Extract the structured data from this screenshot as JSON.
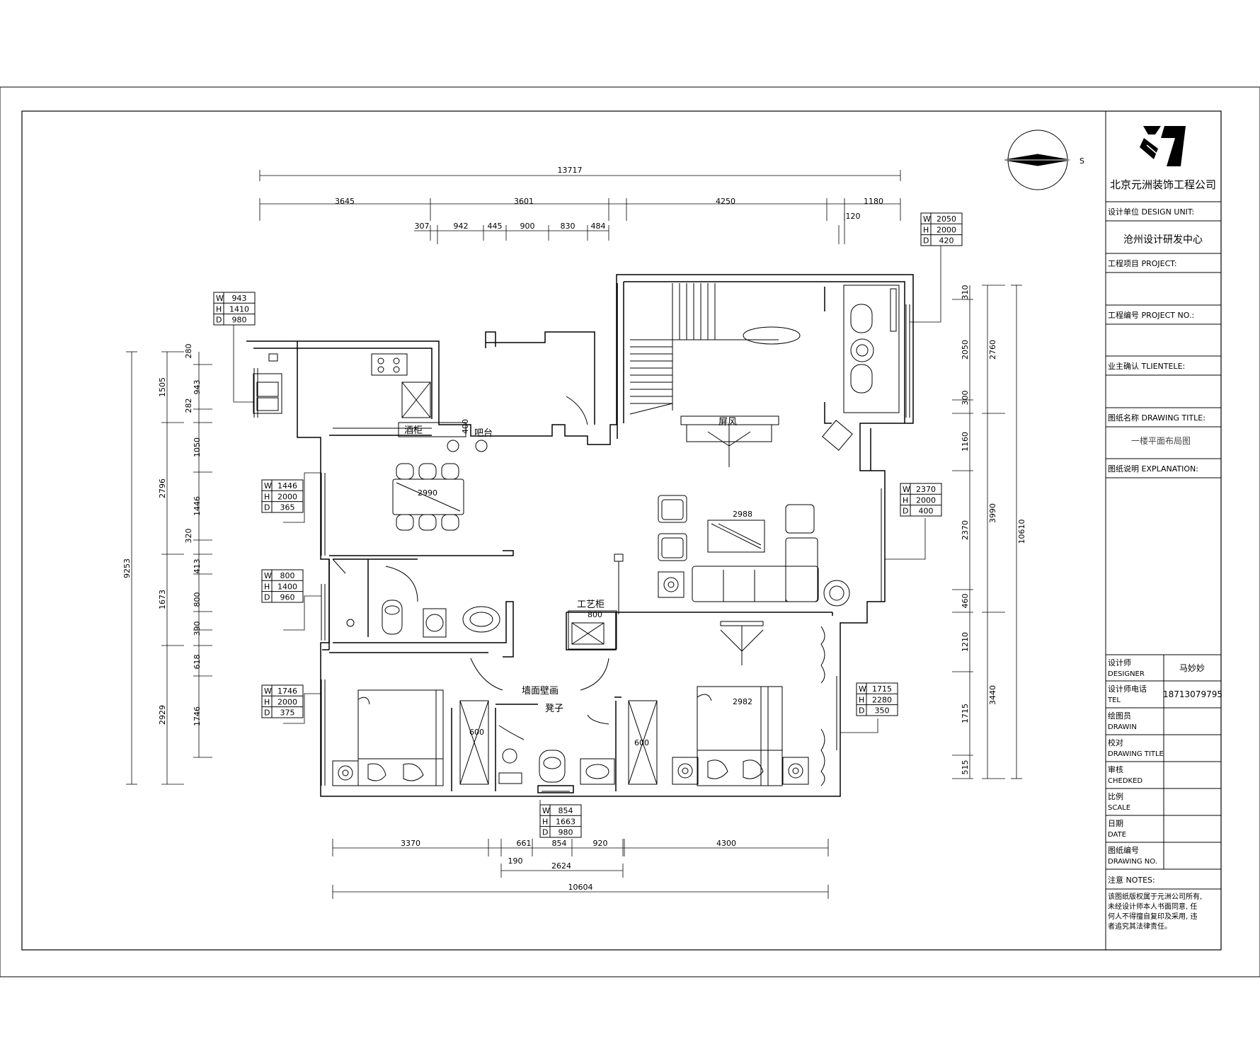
{
  "company": "北京元洲装饰工程公司",
  "north_label": "S",
  "title_block": {
    "design_unit_label": "设计单位 DESIGN UNIT:",
    "design_unit": "沧州设计研发中心",
    "project_label": "工程项目 PROJECT:",
    "project_no_label": "工程编号 PROJECT NO.:",
    "client_label": "业主确认 TLIENTELE:",
    "drawing_title_label": "图纸名称 DRAWING TITLE:",
    "drawing_title": "一楼平面布局图",
    "explanation_label": "图纸说明 EXPLANATION:",
    "designer_cn": "设计师",
    "designer_en": "DESIGNER",
    "designer": "马妙妙",
    "tel_cn": "设计师电话",
    "tel_en": "TEL",
    "tel": "18713079795",
    "drawn_cn": "绘图员",
    "drawn_en": "DRAWIN",
    "check_cn": "校对",
    "check_en": "DRAWING TITLE",
    "review_cn": "审核",
    "review_en": "CHEDKED",
    "scale_cn": "比例",
    "scale_en": "SCALE",
    "date_cn": "日期",
    "date_en": "DATE",
    "no_cn": "图纸编号",
    "no_en": "DRAWING NO.",
    "notes_label": "注意 NOTES:",
    "notes_line1": "该图纸版权属于元洲公司所有,",
    "notes_line2": "未经设计师本人书面同意, 任",
    "notes_line3": "何人不得擅自复印及采用, 违",
    "notes_line4": "者追究其法律责任。"
  },
  "rooms": {
    "wine_cabinet": "酒柜",
    "bar": "吧台",
    "screen": "屏风",
    "art_cabinet": "工艺柜",
    "wall_painting": "墙面壁画",
    "stool": "凳子",
    "area_2990": "2990",
    "area_2988": "2988",
    "area_2982": "2982",
    "d400": "400",
    "d800": "800",
    "d600a": "600",
    "d600b": "600"
  },
  "dims_top": {
    "total": "13717",
    "a": "3645",
    "b": "3601",
    "c": "4250",
    "d": "1180",
    "s1": "307",
    "s2": "942",
    "s3": "445",
    "s4": "900",
    "s5": "830",
    "s6": "484",
    "s7": "120"
  },
  "dims_bottom": {
    "a": "3370",
    "b1": "661",
    "b2": "854",
    "b3": "920",
    "c": "4300",
    "s1": "190",
    "mid": "2624",
    "total": "10604"
  },
  "dims_left": {
    "total": "9253",
    "a": "1505",
    "b": "2796",
    "c": "1673",
    "d": "2929",
    "s1": "280",
    "s2": "943",
    "s3": "282",
    "s4": "1050",
    "s5": "1446",
    "s6": "320",
    "s7": "413",
    "s8": "800",
    "s9": "390",
    "s10": "618",
    "s11": "1746"
  },
  "dims_right": {
    "total": "10610",
    "a": "2760",
    "b": "3990",
    "c": "3440",
    "s1": "310",
    "s2": "2050",
    "s3": "300",
    "s4": "1160",
    "s5": "2370",
    "s6": "460",
    "s7": "1210",
    "s8": "1715",
    "s9": "515"
  },
  "windows": [
    {
      "w": "943",
      "h": "1410",
      "d": "980"
    },
    {
      "w": "1446",
      "h": "2000",
      "d": "365"
    },
    {
      "w": "800",
      "h": "1400",
      "d": "960"
    },
    {
      "w": "1746",
      "h": "2000",
      "d": "375"
    },
    {
      "w": "854",
      "h": "1663",
      "d": "980"
    },
    {
      "w": "1715",
      "h": "2280",
      "d": "350"
    },
    {
      "w": "2370",
      "h": "2000",
      "d": "400"
    },
    {
      "w": "2050",
      "h": "2000",
      "d": "420"
    }
  ],
  "win_labels": {
    "w": "W",
    "h": "H",
    "d": "D"
  }
}
